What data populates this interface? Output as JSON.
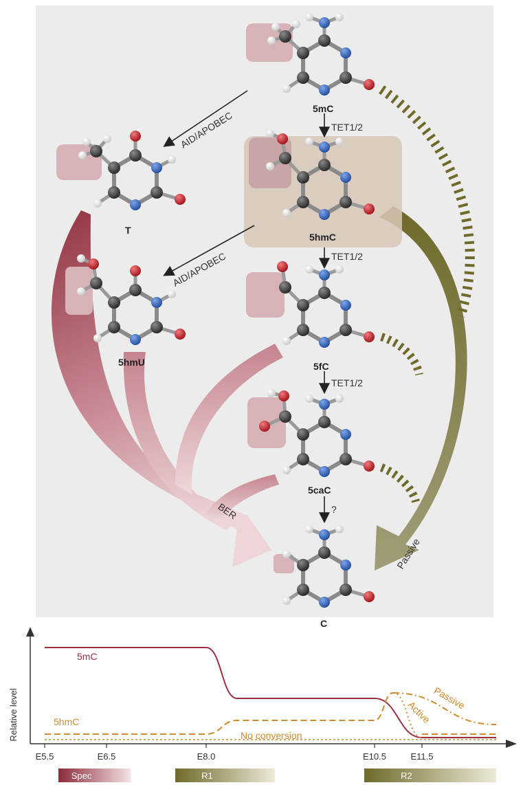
{
  "molecules": {
    "m5mC": "5mC",
    "T": "T",
    "m5hmC": "5hmC",
    "m5hmU": "5hmU",
    "m5fC": "5fC",
    "m5caC": "5caC",
    "C": "C"
  },
  "enzymes": {
    "aid1": "AID/APOBEC",
    "aid2": "AID/APOBEC",
    "tet1": "TET1/2",
    "tet2": "TET1/2",
    "tet3": "TET1/2",
    "unknown": "?"
  },
  "pathways": {
    "ber": "BER",
    "passive": "Passive"
  },
  "colors": {
    "ber_dark": "#8e2a3a",
    "ber_light": "#e8c9ce",
    "passive_olive": "#6f6a2a",
    "curve_5mC": "#9b2f3f",
    "curve_5hmC": "#d08a30",
    "carbon": "#3a3a3a",
    "nitrogen": "#3a6ec8",
    "oxygen": "#cc2a30",
    "hydrogen": "#f4f4f4",
    "highlight": "#d7b3b8"
  },
  "chart_data": {
    "type": "line",
    "ylabel": "Relative level",
    "x_ticks": [
      "E5.5",
      "E6.5",
      "E8.0",
      "E10.5",
      "E11.5"
    ],
    "series": [
      {
        "name": "5mC",
        "points": [
          [
            "E5.5",
            "high"
          ],
          [
            "E8.0",
            "high"
          ],
          [
            "E8.5",
            "mid"
          ],
          [
            "E10.5",
            "mid"
          ],
          [
            "E11.5",
            "low"
          ]
        ]
      },
      {
        "name": "5hmC",
        "points": [
          [
            "E5.5",
            "low"
          ],
          [
            "E8.0",
            "low"
          ],
          [
            "E8.5",
            "mid-low"
          ],
          [
            "E10.5",
            "mid-low"
          ],
          [
            "E10.8",
            "peak"
          ]
        ]
      },
      {
        "name": "Passive",
        "points": [
          [
            "E10.8",
            "peak"
          ],
          [
            "E12.2",
            "mid-low"
          ]
        ]
      },
      {
        "name": "Active",
        "points": [
          [
            "E10.8",
            "peak"
          ],
          [
            "E11.5",
            "low"
          ]
        ]
      },
      {
        "name": "No conversion",
        "points": [
          [
            "E5.5",
            "low"
          ],
          [
            "E12.2",
            "low"
          ]
        ]
      }
    ],
    "annotations": {
      "no_conversion": "No conversion",
      "passive": "Passive",
      "active": "Active"
    },
    "stages": [
      {
        "label": "Spec",
        "from": "E5.5",
        "to": "E7.0"
      },
      {
        "label": "R1",
        "from": "E7.8",
        "to": "E9.3"
      },
      {
        "label": "R2",
        "from": "E10.4",
        "to": "E12.2"
      }
    ]
  }
}
